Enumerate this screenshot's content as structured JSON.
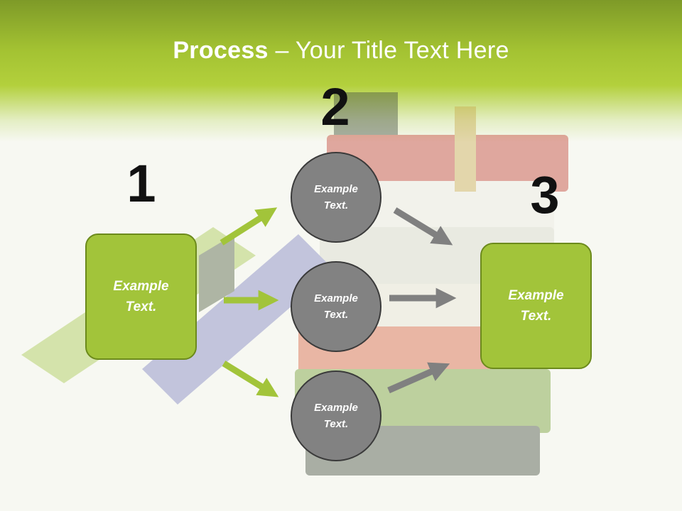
{
  "slide": {
    "title_bold": "Process",
    "title_rest": " – Your Title Text Here"
  },
  "steps": {
    "one": "1",
    "two": "2",
    "three": "3"
  },
  "boxes": {
    "left": "Example Text.",
    "right": "Example Text."
  },
  "circles": [
    "Example Text.",
    "Example Text.",
    "Example Text."
  ],
  "colors": {
    "accent_green": "#a2c43a",
    "circle_gray": "#828282",
    "arrow_gray": "#808080"
  }
}
